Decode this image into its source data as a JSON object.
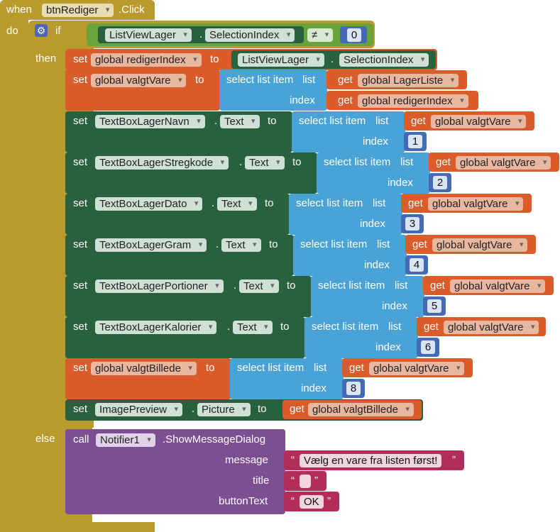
{
  "event": {
    "when": "when",
    "component": "btnRediger",
    "event": ".Click",
    "do": "do"
  },
  "if_block": {
    "if": "if",
    "then": "then",
    "else": "else",
    "lhs_component": "ListViewLager",
    "dot": ".",
    "lhs_property": "SelectionIndex",
    "op": "≠",
    "rhs": "0"
  },
  "kw": {
    "set": "set",
    "to": "to",
    "dot": ".",
    "get": "get",
    "select": "select list item",
    "list": "list",
    "index": "index",
    "call": "call",
    "quote": "“",
    "endquote": "”"
  },
  "set1": {
    "var": "global redigerIndex",
    "component": "ListViewLager",
    "property": "SelectionIndex"
  },
  "set2": {
    "var": "global valgtVare",
    "list_var": "global LagerListe",
    "index_var": "global redigerIndex"
  },
  "text_sets": [
    {
      "component": "TextBoxLagerNavn",
      "property": "Text",
      "list_var": "global valgtVare",
      "index": "1"
    },
    {
      "component": "TextBoxLagerStregkode",
      "property": "Text",
      "list_var": "global valgtVare",
      "index": "2"
    },
    {
      "component": "TextBoxLagerDato",
      "property": "Text",
      "list_var": "global valgtVare",
      "index": "3"
    },
    {
      "component": "TextBoxLagerGram",
      "property": "Text",
      "list_var": "global valgtVare",
      "index": "4"
    },
    {
      "component": "TextBoxLagerPortioner",
      "property": "Text",
      "list_var": "global valgtVare",
      "index": "5"
    },
    {
      "component": "TextBoxLagerKalorier",
      "property": "Text",
      "list_var": "global valgtVare",
      "index": "6"
    }
  ],
  "set_billede": {
    "var": "global valgtBillede",
    "list_var": "global valgtVare",
    "index": "8"
  },
  "set_picture": {
    "component": "ImagePreview",
    "property": "Picture",
    "var": "global valgtBillede"
  },
  "notifier": {
    "component": "Notifier1",
    "method": ".ShowMessageDialog",
    "message_label": "message",
    "message": "Vælg en vare fra listen først!",
    "title_label": "title",
    "title": "",
    "button_label": "buttonText",
    "button": "OK"
  },
  "colors": {
    "event": "#b89a2d",
    "control": "#6aa33c",
    "set_var": "#d95c2a",
    "list": "#4aa3d6",
    "component": "#29613f",
    "math": "#4469b5",
    "procedure": "#7b4f92",
    "text": "#b42c5b",
    "field": "#e9b79f",
    "field_component": "#cfe1d6",
    "field_list": "#b6d9ef"
  }
}
